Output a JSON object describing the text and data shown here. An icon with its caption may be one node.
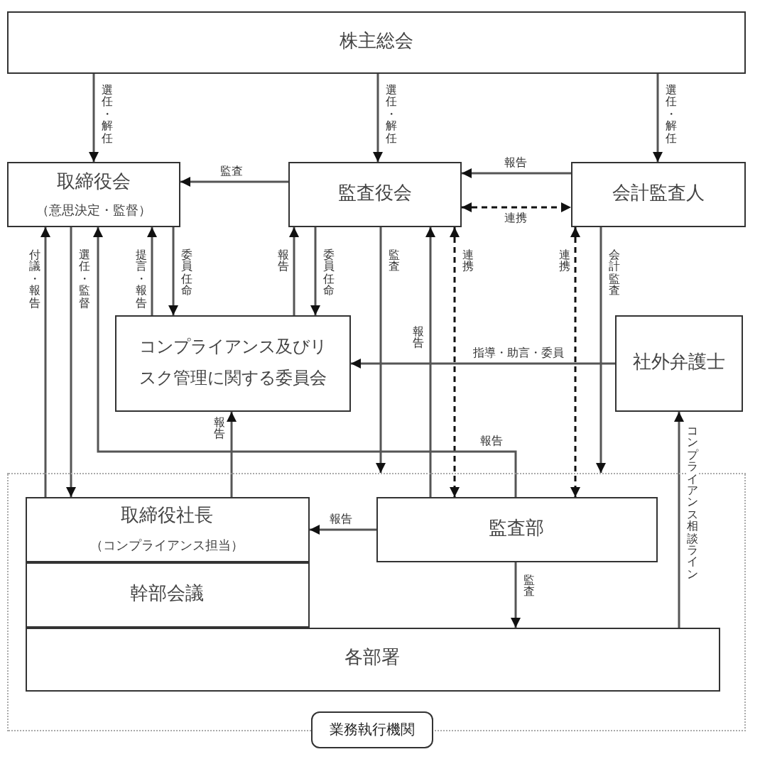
{
  "diagram": {
    "nodes": [
      {
        "text": [
          "株主総会"
        ]
      },
      {
        "text": [
          "取締役会",
          "（意思決定・監督）"
        ]
      },
      {
        "text": [
          "監査役会"
        ]
      },
      {
        "text": [
          "会計監査人"
        ]
      },
      {
        "text": [
          "コンプライアンス及びリスク管理に関する委員会"
        ]
      },
      {
        "text": [
          "社外弁護士"
        ]
      },
      {
        "text": [
          "業務執行機関"
        ]
      },
      {
        "text": [
          "取締役社長",
          "（コンプライアンス担当）"
        ],
        "in": 6
      },
      {
        "text": [
          "幹部会議"
        ],
        "in": 6
      },
      {
        "text": [
          "監査部"
        ],
        "in": 6
      },
      {
        "text": [
          "各部署"
        ],
        "in": 6
      }
    ],
    "edges": [
      {
        "from": 0,
        "to": 1,
        "arrow": "to",
        "label": "選任・解任"
      },
      {
        "from": 0,
        "to": 2,
        "arrow": "to",
        "label": "選任・解任"
      },
      {
        "from": 0,
        "to": 3,
        "arrow": "to",
        "label": "選任・解任"
      },
      {
        "from": 2,
        "to": 1,
        "arrow": "to",
        "label": "監査"
      },
      {
        "from": 3,
        "to": 2,
        "arrow": "to",
        "label": "報告"
      },
      {
        "from": 2,
        "to": 3,
        "arrow": "both",
        "label": "連携",
        "style": "dashed"
      },
      {
        "from": 7,
        "to": 1,
        "arrow": "to",
        "label": "付議・報告"
      },
      {
        "from": 1,
        "to": 7,
        "arrow": "to",
        "label": "選任・監督"
      },
      {
        "from": 4,
        "to": 1,
        "arrow": "to",
        "label": "提言・報告"
      },
      {
        "from": 1,
        "to": 4,
        "arrow": "to",
        "label": "委員任命"
      },
      {
        "from": 4,
        "to": 2,
        "arrow": "to",
        "label": "報告"
      },
      {
        "from": 2,
        "to": 4,
        "arrow": "to",
        "label": "委員任命"
      },
      {
        "from": 2,
        "to": 6,
        "arrow": "to",
        "label": "監査"
      },
      {
        "from": 9,
        "to": 2,
        "arrow": "to",
        "label": "報告"
      },
      {
        "from": 2,
        "to": 9,
        "arrow": "both",
        "label": "連携",
        "style": "dashed"
      },
      {
        "from": 3,
        "to": 9,
        "arrow": "both",
        "label": "連携",
        "style": "dashed"
      },
      {
        "from": 3,
        "to": 6,
        "arrow": "to",
        "label": "会計監査"
      },
      {
        "from": 5,
        "to": 4,
        "arrow": "to",
        "label": "指導・助言・委員"
      },
      {
        "from": 9,
        "to": 1,
        "arrow": "to",
        "label": "報告"
      },
      {
        "from": 7,
        "to": 4,
        "arrow": "to",
        "label": "報告"
      },
      {
        "from": 9,
        "to": 7,
        "arrow": "to",
        "label": "報告"
      },
      {
        "from": 9,
        "to": 10,
        "arrow": "to",
        "label": "監査"
      },
      {
        "from": 10,
        "to": 5,
        "arrow": "to",
        "label": "コンプライアンス相談ライン"
      }
    ]
  }
}
